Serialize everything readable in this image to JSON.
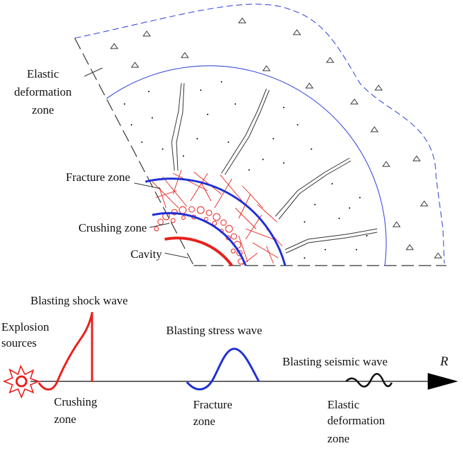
{
  "top_diagram": {
    "labels": {
      "elastic": [
        "Elastic",
        "deformation",
        "zone"
      ],
      "fracture": "Fracture zone",
      "crushing": "Crushing zone",
      "cavity": "Cavity"
    }
  },
  "bottom_diagram": {
    "axis_label": "R",
    "shock_wave": "Blasting shock wave",
    "stress_wave": "Blasting stress wave",
    "seismic_wave": "Blasting seismic wave",
    "explosion": [
      "Explosion",
      "sources"
    ],
    "crushing_zone": [
      "Crushing",
      "zone"
    ],
    "fracture_zone": [
      "Fracture",
      "zone"
    ],
    "elastic_zone": [
      "Elastic",
      "deformation",
      "zone"
    ]
  },
  "colors": {
    "red": "#e8201c",
    "blue": "#1f2fd6",
    "outline_blue": "#3a4be0",
    "dark": "#333333"
  }
}
